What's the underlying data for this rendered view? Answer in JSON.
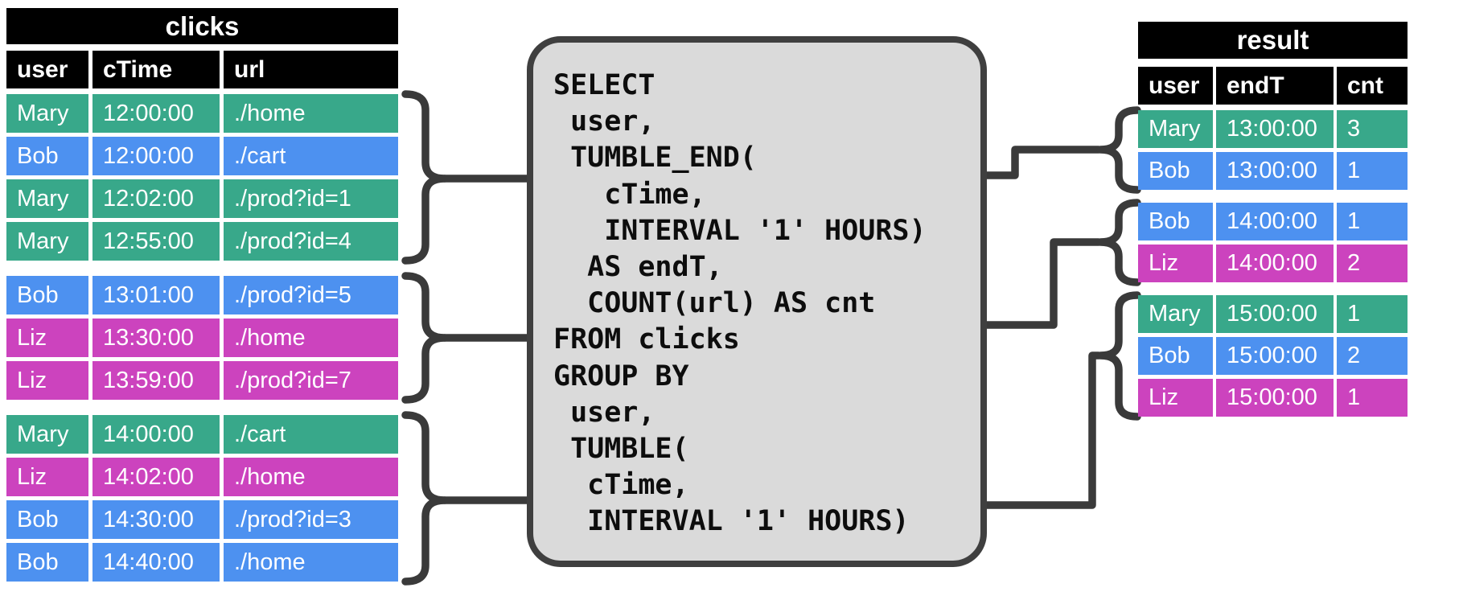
{
  "colors": {
    "green": "#38A88A",
    "blue": "#4D91F0",
    "magenta": "#CC43BE",
    "connector": "#3A3A3A",
    "header_bg": "#000000",
    "header_text": "#FFFFFF",
    "code_bg": "#DADADA",
    "code_border": "#3F3F3F",
    "code_text": "#0D0D0D"
  },
  "clicks_table": {
    "title": "clicks",
    "columns": [
      "user",
      "cTime",
      "url"
    ],
    "groups": [
      {
        "rows": [
          {
            "user": "Mary",
            "cTime": "12:00:00",
            "url": "./home",
            "color": "green"
          },
          {
            "user": "Bob",
            "cTime": "12:00:00",
            "url": "./cart",
            "color": "blue"
          },
          {
            "user": "Mary",
            "cTime": "12:02:00",
            "url": "./prod?id=1",
            "color": "green"
          },
          {
            "user": "Mary",
            "cTime": "12:55:00",
            "url": "./prod?id=4",
            "color": "green"
          }
        ]
      },
      {
        "rows": [
          {
            "user": "Bob",
            "cTime": "13:01:00",
            "url": "./prod?id=5",
            "color": "blue"
          },
          {
            "user": "Liz",
            "cTime": "13:30:00",
            "url": "./home",
            "color": "magenta"
          },
          {
            "user": "Liz",
            "cTime": "13:59:00",
            "url": "./prod?id=7",
            "color": "magenta"
          }
        ]
      },
      {
        "rows": [
          {
            "user": "Mary",
            "cTime": "14:00:00",
            "url": "./cart",
            "color": "green"
          },
          {
            "user": "Liz",
            "cTime": "14:02:00",
            "url": "./home",
            "color": "magenta"
          },
          {
            "user": "Bob",
            "cTime": "14:30:00",
            "url": "./prod?id=3",
            "color": "blue"
          },
          {
            "user": "Bob",
            "cTime": "14:40:00",
            "url": "./home",
            "color": "blue"
          }
        ]
      }
    ]
  },
  "sql": {
    "lines": [
      "SELECT",
      " user,",
      " TUMBLE_END(",
      "   cTime,",
      "   INTERVAL '1' HOURS)",
      "  AS endT,",
      "  COUNT(url) AS cnt",
      "FROM clicks",
      "GROUP BY",
      " user,",
      " TUMBLE(",
      "  cTime,",
      "  INTERVAL '1' HOURS)"
    ]
  },
  "result_table": {
    "title": "result",
    "columns": [
      "user",
      "endT",
      "cnt"
    ],
    "groups": [
      {
        "rows": [
          {
            "user": "Mary",
            "endT": "13:00:00",
            "cnt": "3",
            "color": "green"
          },
          {
            "user": "Bob",
            "endT": "13:00:00",
            "cnt": "1",
            "color": "blue"
          }
        ]
      },
      {
        "rows": [
          {
            "user": "Bob",
            "endT": "14:00:00",
            "cnt": "1",
            "color": "blue"
          },
          {
            "user": "Liz",
            "endT": "14:00:00",
            "cnt": "2",
            "color": "magenta"
          }
        ]
      },
      {
        "rows": [
          {
            "user": "Mary",
            "endT": "15:00:00",
            "cnt": "1",
            "color": "green"
          },
          {
            "user": "Bob",
            "endT": "15:00:00",
            "cnt": "2",
            "color": "blue"
          },
          {
            "user": "Liz",
            "endT": "15:00:00",
            "cnt": "1",
            "color": "magenta"
          }
        ]
      }
    ]
  }
}
